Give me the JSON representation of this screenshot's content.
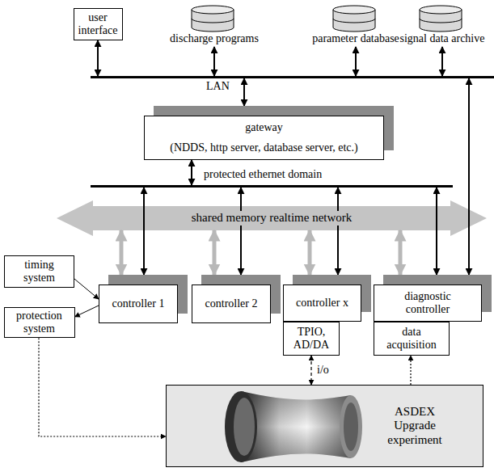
{
  "diagram": {
    "nodes": [
      {
        "text": [
          "user interface"
        ]
      },
      {
        "text": [
          "discharge programs"
        ]
      },
      {
        "text": [
          "parameter database"
        ]
      },
      {
        "text": [
          "signal data archive"
        ]
      },
      {
        "text": [
          "LAN"
        ]
      },
      {
        "text": [
          "gateway",
          "(NDDS, http server, database server, etc.)"
        ]
      },
      {
        "text": [
          "protected ethernet domain"
        ]
      },
      {
        "text": [
          "shared memory realtime network"
        ]
      },
      {
        "text": [
          "timing system"
        ]
      },
      {
        "text": [
          "protection system"
        ]
      },
      {
        "text": [
          "controller 1"
        ]
      },
      {
        "text": [
          "controller 2"
        ]
      },
      {
        "text": [
          "controller x"
        ]
      },
      {
        "text": [
          "diagnostic controller"
        ]
      },
      {
        "text": [
          "TPIO, AD/DA"
        ]
      },
      {
        "text": [
          "data acquisition"
        ]
      },
      {
        "text": [
          "ASDEX Upgrade experiment"
        ]
      }
    ],
    "edges": [
      {
        "from": 0,
        "to": 4,
        "arrow": "both"
      },
      {
        "from": 1,
        "to": 4,
        "arrow": "both"
      },
      {
        "from": 2,
        "to": 4,
        "arrow": "both"
      },
      {
        "from": 3,
        "to": 4,
        "arrow": "both"
      },
      {
        "from": 4,
        "to": 5,
        "arrow": "both"
      },
      {
        "from": 5,
        "to": 6,
        "arrow": "both"
      },
      {
        "from": 6,
        "to": 10,
        "arrow": "both"
      },
      {
        "from": 6,
        "to": 11,
        "arrow": "both"
      },
      {
        "from": 6,
        "to": 12,
        "arrow": "both"
      },
      {
        "from": 6,
        "to": 13,
        "arrow": "both"
      },
      {
        "from": 7,
        "to": 10,
        "arrow": "both"
      },
      {
        "from": 7,
        "to": 11,
        "arrow": "both"
      },
      {
        "from": 7,
        "to": 12,
        "arrow": "both"
      },
      {
        "from": 7,
        "to": 13,
        "arrow": "both"
      },
      {
        "from": 4,
        "to": 13,
        "arrow": "both"
      },
      {
        "from": 8,
        "to": 10,
        "arrow": "to"
      },
      {
        "from": 10,
        "to": 9,
        "arrow": "to"
      },
      {
        "from": 9,
        "to": 16,
        "arrow": "to"
      },
      {
        "from": 14,
        "to": 16,
        "label": "i/o",
        "arrow": "both"
      },
      {
        "from": 16,
        "to": 15,
        "arrow": "to"
      }
    ]
  }
}
